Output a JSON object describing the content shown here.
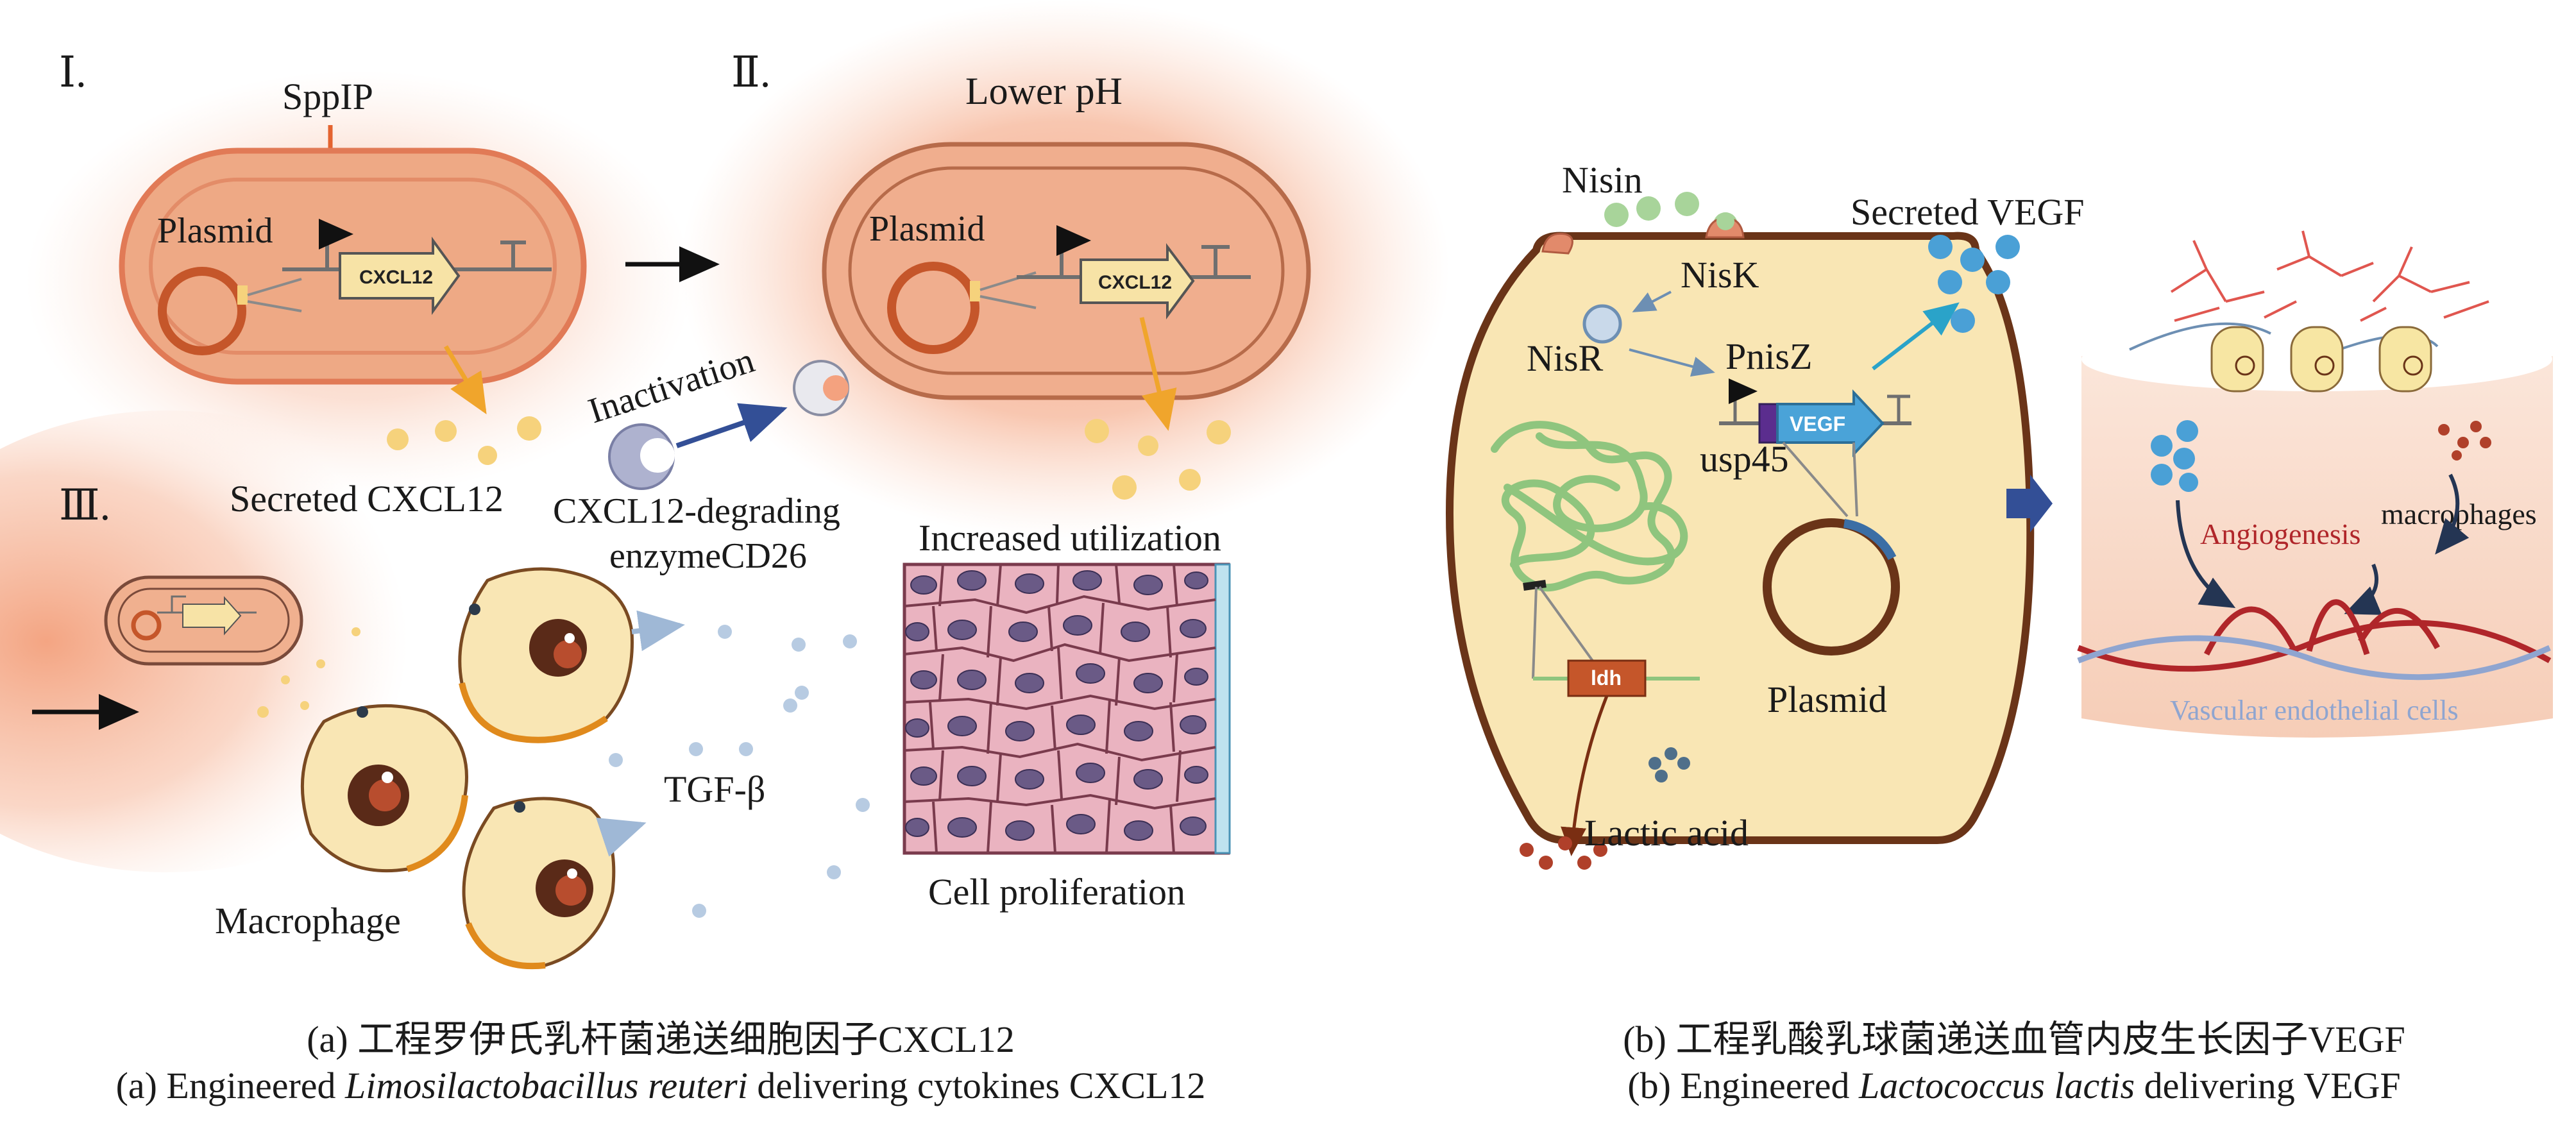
{
  "panel_a": {
    "roman_1": "Ⅰ.",
    "roman_2": "Ⅱ.",
    "roman_3": "Ⅲ.",
    "spp_ip": "SppIP",
    "plasmid_1": "Plasmid",
    "plasmid_2": "Plasmid",
    "gene_cxcl12_1": "CXCL12",
    "gene_cxcl12_2": "CXCL12",
    "lower_ph": "Lower pH",
    "inactivation": "Inactivation",
    "secreted_cxcl12": "Secreted CXCL12",
    "degrading_enzyme_line1": "CXCL12-degrading",
    "degrading_enzyme_line2": "enzymeCD26",
    "increased_utilization": "Increased utilization",
    "tgf_beta": "TGF-β",
    "macrophage": "Macrophage",
    "cell_proliferation": "Cell proliferation"
  },
  "panel_b": {
    "nisin": "Nisin",
    "nisk": "NisK",
    "nisr": "NisR",
    "pnisz": "PnisZ",
    "secreted_vegf": "Secreted VEGF",
    "gene_vegf": "VEGF",
    "usp45": "usp45",
    "gene_ldh": "ldh",
    "plasmid": "Plasmid",
    "lactic_acid": "Lactic acid",
    "angiogenesis": "Angiogenesis",
    "macrophages": "macrophages",
    "vascular_endothelial_cells": "Vascular endothelial cells"
  },
  "captions": {
    "a_zh": "(a) 工程罗伊氏乳杆菌递送细胞因子CXCL12",
    "a_en_prefix": "(a) Engineered ",
    "a_en_italic": "Limosilactobacillus reuteri",
    "a_en_suffix": " delivering cytokines CXCL12",
    "b_zh": "(b) 工程乳酸乳球菌递送血管内皮生长因子VEGF",
    "b_en_prefix": "(b) Engineered ",
    "b_en_italic": "Lactococcus lactis",
    "b_en_suffix": " delivering VEGF"
  },
  "colors": {
    "glow": "#f4a27f",
    "bacterium_fill": "#f1ad8c",
    "bacterium_border": "#e07f5a",
    "cell_fill": "#f9e6b4",
    "cell_border": "#6a3418",
    "gene_box": "#f7e3a6",
    "vegf_arrow": "#4aa3d8",
    "dots_yellow": "#f6d27c",
    "dots_blue": "#4aa0d6",
    "dots_green": "#a8d49a",
    "angiogenesis_red": "#b0262a",
    "vessel_panel": "#f8d9c7",
    "tissue_pink": "#e9a7b6"
  }
}
